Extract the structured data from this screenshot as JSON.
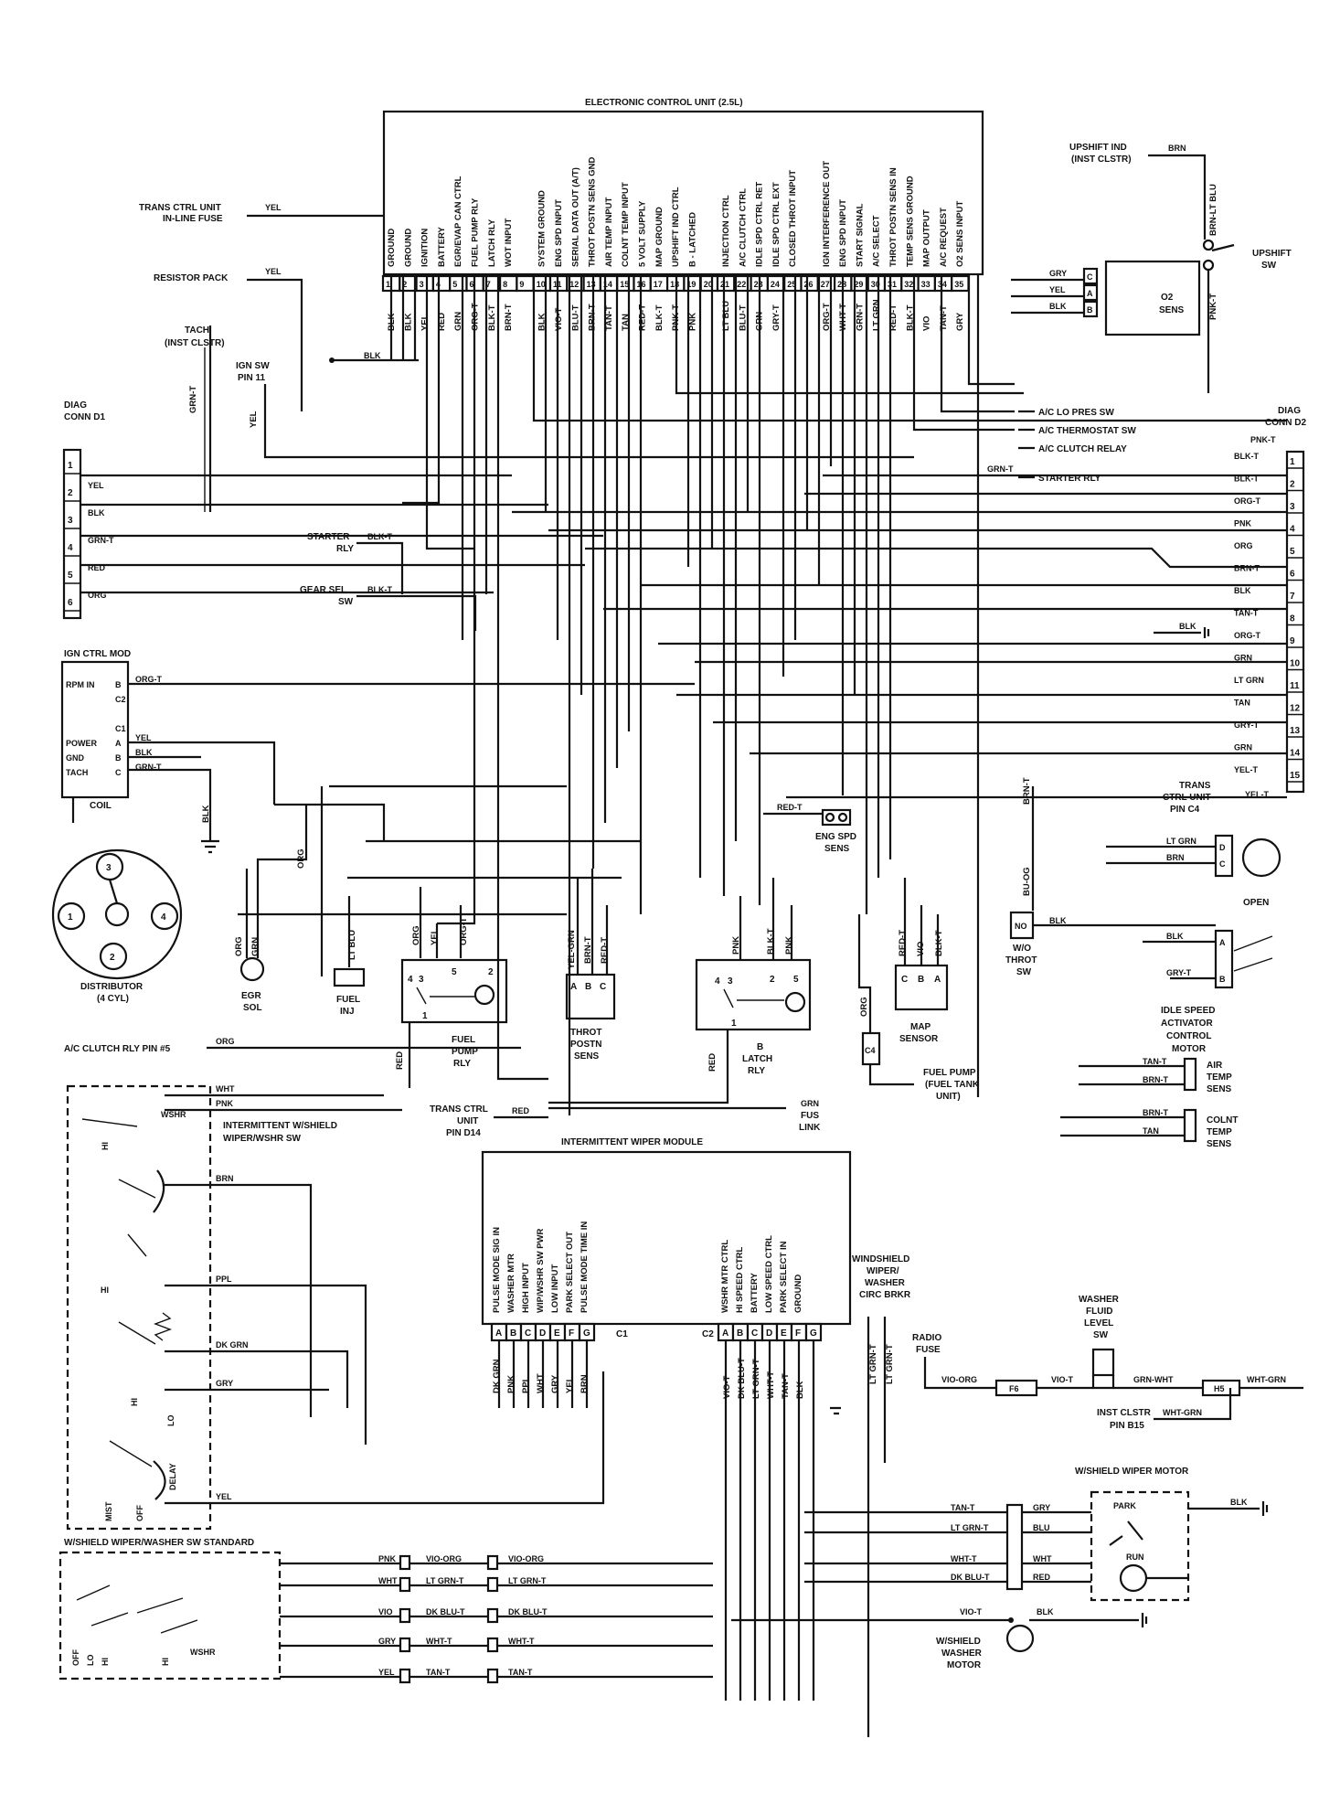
{
  "ecu": {
    "title": "ELECTRONIC CONTROL UNIT (2.5L)",
    "pins": [
      {
        "n": "1",
        "fn": "GROUND",
        "wire": "BLK"
      },
      {
        "n": "2",
        "fn": "GROUND",
        "wire": "BLK"
      },
      {
        "n": "3",
        "fn": "IGNITION",
        "wire": "YEL"
      },
      {
        "n": "4",
        "fn": "BATTERY",
        "wire": "RED"
      },
      {
        "n": "5",
        "fn": "EGR/EVAP CAN CTRL",
        "wire": "GRN"
      },
      {
        "n": "6",
        "fn": "FUEL PUMP RLY",
        "wire": "ORG-T"
      },
      {
        "n": "7",
        "fn": "LATCH RLY",
        "wire": "BLK-T"
      },
      {
        "n": "8",
        "fn": "WOT INPUT",
        "wire": "BRN-T"
      },
      {
        "n": "9",
        "fn": "",
        "wire": ""
      },
      {
        "n": "10",
        "fn": "SYSTEM GROUND",
        "wire": "BLK"
      },
      {
        "n": "11",
        "fn": "ENG SPD INPUT",
        "wire": "VIO-T"
      },
      {
        "n": "12",
        "fn": "SERIAL DATA OUT (A/T)",
        "wire": "BLU-T"
      },
      {
        "n": "13",
        "fn": "THROT POSTN SENS GND",
        "wire": "BRN-T"
      },
      {
        "n": "14",
        "fn": "AIR TEMP INPUT",
        "wire": "TAN-T"
      },
      {
        "n": "15",
        "fn": "COLNT TEMP INPUT",
        "wire": "TAN"
      },
      {
        "n": "16",
        "fn": "5 VOLT SUPPLY",
        "wire": "RED-T"
      },
      {
        "n": "17",
        "fn": "MAP GROUND",
        "wire": "BLK-T"
      },
      {
        "n": "18",
        "fn": "UPSHIFT IND CTRL",
        "wire": "PNK-T"
      },
      {
        "n": "19",
        "fn": "B - LATCHED",
        "wire": "PNK"
      },
      {
        "n": "20",
        "fn": "",
        "wire": ""
      },
      {
        "n": "21",
        "fn": "INJECTION CTRL",
        "wire": "LT BLU"
      },
      {
        "n": "22",
        "fn": "A/C CLUTCH CTRL",
        "wire": "BLU-T"
      },
      {
        "n": "23",
        "fn": "IDLE SPD CTRL RET",
        "wire": "GRN"
      },
      {
        "n": "24",
        "fn": "IDLE SPD CTRL EXT",
        "wire": "GRY-T"
      },
      {
        "n": "25",
        "fn": "CLOSED THROT INPUT",
        "wire": ""
      },
      {
        "n": "26",
        "fn": "",
        "wire": ""
      },
      {
        "n": "27",
        "fn": "IGN INTERFERENCE OUT",
        "wire": "ORG-T"
      },
      {
        "n": "28",
        "fn": "ENG SPD INPUT",
        "wire": "WHT-T"
      },
      {
        "n": "29",
        "fn": "START SIGNAL",
        "wire": "GRN-T"
      },
      {
        "n": "30",
        "fn": "A/C SELECT",
        "wire": "LT GRN"
      },
      {
        "n": "31",
        "fn": "THROT POSTN SENS IN",
        "wire": "RED-T"
      },
      {
        "n": "32",
        "fn": "TEMP SENS GROUND",
        "wire": "BLK-T"
      },
      {
        "n": "33",
        "fn": "MAP OUTPUT",
        "wire": "VIO"
      },
      {
        "n": "34",
        "fn": "A/C REQUEST",
        "wire": "TAN-T"
      },
      {
        "n": "35",
        "fn": "O2 SENS INPUT",
        "wire": "GRY"
      }
    ]
  },
  "left_labels": {
    "trans_ctrl": "TRANS CTRL UNIT",
    "inline_fuse": "IN-LINE FUSE",
    "trans_ctrl_wire": "YEL",
    "resistor_pack": "RESISTOR PACK",
    "resistor_wire": "YEL",
    "tach": "TACH",
    "tach_sub": "(INST CLSTR)",
    "ign_sw": "IGN SW",
    "ign_sw_pin": "PIN 11",
    "ign_sw_wire": "YEL",
    "blk_gnd": "BLK",
    "diag_d1": "DIAG",
    "diag_d1_sub": "CONN D1",
    "grn_t": "GRN-T",
    "starter_rly": "STARTER",
    "starter_rly_sub": "RLY",
    "starter_wire": "BLK-T",
    "gear_sel": "GEAR SEL",
    "gear_sel_sub": "SW",
    "gear_sel_wire": "BLK-T"
  },
  "diag_d1": [
    {
      "n": "1",
      "wire": ""
    },
    {
      "n": "2",
      "wire": "YEL"
    },
    {
      "n": "3",
      "wire": "BLK"
    },
    {
      "n": "4",
      "wire": "GRN-T"
    },
    {
      "n": "5",
      "wire": "RED"
    },
    {
      "n": "6",
      "wire": "ORG"
    }
  ],
  "ign_ctrl": {
    "title": "IGN CTRL MOD",
    "rows": [
      {
        "label": "RPM IN",
        "pin": "B",
        "wire": "ORG-T"
      },
      {
        "label": "",
        "pin": "C2",
        "wire": ""
      },
      {
        "label": "",
        "pin": "C1",
        "wire": ""
      },
      {
        "label": "POWER",
        "pin": "A",
        "wire": "YEL"
      },
      {
        "label": "GND",
        "pin": "B",
        "wire": "BLK"
      },
      {
        "label": "TACH",
        "pin": "C",
        "wire": "GRN-T"
      }
    ],
    "coil": "COIL",
    "blk": "BLK"
  },
  "distributor": {
    "label": "DISTRIBUTOR",
    "sub": "(4 CYL)",
    "n1": "1",
    "n2": "2",
    "n3": "3",
    "n4": "4"
  },
  "upshift": {
    "ind": "UPSHIFT IND",
    "ind_sub": "(INST CLSTR)",
    "brn": "BRN",
    "brn_lt_blu": "BRN-LT BLU",
    "pnk_t": "PNK-T",
    "sw": "UPSHIFT",
    "sw_sub": "SW"
  },
  "o2": {
    "label": "O2",
    "sub": "SENS",
    "rows": [
      {
        "wire": "GRY",
        "pin": "C"
      },
      {
        "wire": "YEL",
        "pin": "A"
      },
      {
        "wire": "BLK",
        "pin": "B"
      }
    ]
  },
  "right_refs": [
    "A/C LO PRES SW",
    "A/C THERMOSTAT SW",
    "A/C CLUTCH RELAY",
    "STARTER RLY"
  ],
  "right_ref_grn_t": "GRN-T",
  "diag_d2": {
    "title": "DIAG",
    "sub": "CONN D2",
    "pins": [
      {
        "n": "1",
        "wire": "BLK-T"
      },
      {
        "n": "2",
        "wire": "BLK-T"
      },
      {
        "n": "3",
        "wire": "ORG-T"
      },
      {
        "n": "4",
        "wire": "PNK"
      },
      {
        "n": "5",
        "wire": "ORG"
      },
      {
        "n": "6",
        "wire": "BRN-T"
      },
      {
        "n": "7",
        "wire": "BLK"
      },
      {
        "n": "8",
        "wire": "TAN-T"
      },
      {
        "n": "9",
        "wire": "ORG-T"
      },
      {
        "n": "10",
        "wire": "GRN"
      },
      {
        "n": "11",
        "wire": "LT GRN"
      },
      {
        "n": "12",
        "wire": "TAN"
      },
      {
        "n": "13",
        "wire": "GRY-T"
      },
      {
        "n": "14",
        "wire": "GRN"
      },
      {
        "n": "15",
        "wire": "YEL-T"
      }
    ],
    "pnk_t": "PNK-T",
    "blk_gnd": "BLK"
  },
  "trans_ctrl_c4": {
    "label": "TRANS",
    "l2": "CTRL UNIT",
    "l3": "PIN C4",
    "wire": "YEL-T"
  },
  "isa_motor": {
    "label": "IDLE SPEED",
    "l2": "ACTIVATOR",
    "l3": "CONTROL",
    "l4": "MOTOR",
    "rows": [
      {
        "wire": "LT GRN",
        "pin": "D"
      },
      {
        "wire": "BRN",
        "pin": "C"
      },
      {
        "wire": "BLK",
        "pin": "A"
      },
      {
        "wire": "GRY-T",
        "pin": "B"
      }
    ],
    "open": "OPEN"
  },
  "wot_sw": {
    "label": "W/O",
    "l2": "THROT",
    "l3": "SW",
    "brn_t": "BRN-T",
    "bu_og": "BU-OG",
    "no": "NO",
    "blk": "BLK"
  },
  "sensors": {
    "eng_spd": {
      "label": "ENG SPD",
      "sub": "SENS",
      "wire": "RED-T"
    },
    "egr": {
      "label": "EGR",
      "sub": "SOL",
      "w1": "ORG",
      "w2": "GRN",
      "w3": "ORG"
    },
    "fuel_inj": {
      "label": "FUEL",
      "sub": "INJ",
      "wire": "LT BLU"
    },
    "fuel_pump_rly": {
      "label": "FUEL",
      "l2": "PUMP",
      "l3": "RLY",
      "w1": "ORG",
      "w2": "YEL",
      "w3": "ORG-T",
      "p1": "4",
      "p2": "5",
      "p3": "2",
      "p4": "3",
      "p5": "1",
      "red": "RED"
    },
    "throt_postn": {
      "label": "THROT",
      "l2": "POSTN",
      "l3": "SENS",
      "w1": "YEL-GRN",
      "w2": "BRN-T",
      "w3": "RED-T",
      "p1": "A",
      "p2": "B",
      "p3": "C"
    },
    "b_latch": {
      "label": "B",
      "l2": "LATCH",
      "l3": "RLY",
      "w1": "PNK",
      "w2": "BLK-T",
      "w3": "PNK",
      "p1": "4",
      "p2": "2",
      "p3": "5",
      "p4": "3",
      "p5": "1",
      "red": "RED"
    },
    "map": {
      "label": "MAP",
      "sub": "SENSOR",
      "w1": "RED-T",
      "w2": "VIO",
      "w3": "BLK-T",
      "p1": "C",
      "p2": "B",
      "p3": "A"
    },
    "fuel_pump": {
      "label": "FUEL PUMP",
      "l2": "(FUEL TANK",
      "l3": "UNIT)",
      "c4": "C4",
      "org": "ORG"
    },
    "air_temp": {
      "label": "AIR",
      "l2": "TEMP",
      "l3": "SENS",
      "w1": "TAN-T",
      "w2": "BRN-T"
    },
    "colnt_temp": {
      "label": "COLNT",
      "l2": "TEMP",
      "l3": "SENS",
      "w1": "BRN-T",
      "w2": "TAN"
    }
  },
  "ac_clutch": {
    "label": "A/C CLUTCH RLY PIN #5",
    "wire": "ORG"
  },
  "mid_labels": {
    "trans_ctrl_d14": "TRANS CTRL",
    "trans_ctrl_d14_l2": "UNIT",
    "trans_ctrl_d14_l3": "PIN D14",
    "red": "RED",
    "grn_fus": "GRN",
    "fus_link": "FUS",
    "fus_link2": "LINK"
  },
  "intermittent_sw": {
    "title": "INTERMITTENT W/SHIELD",
    "l2": "WIPER/WSHR SW",
    "wires": [
      "WHT",
      "PNK",
      "BRN",
      "PPL",
      "DK GRN",
      "GRY",
      "YEL"
    ],
    "wshr": "WSHR",
    "hi": "HI",
    "hi2": "HI",
    "hi3": "HI",
    "lo": "LO",
    "delay": "DELAY",
    "mist": "MIST",
    "off": "OFF"
  },
  "wiper_module": {
    "title": "INTERMITTENT WIPER MODULE",
    "c1_fns": [
      "PULSE MODE SIG IN",
      "WASHER MTR",
      "HIGH INPUT",
      "WIP/WSHR SW PWR",
      "LOW INPUT",
      "PARK SELECT OUT",
      "PULSE MODE TIME IN"
    ],
    "c1_pins": [
      "A",
      "B",
      "C",
      "D",
      "E",
      "F",
      "G"
    ],
    "c1_name": "C1",
    "c1_wires": [
      "DK GRN",
      "PNK",
      "PPL",
      "WHT",
      "GRY",
      "YEL",
      "BRN"
    ],
    "c2_fns": [
      "WSHR MTR CTRL",
      "HI SPEED CTRL",
      "BATTERY",
      "LOW SPEED CTRL",
      "PARK SELECT IN",
      "GROUND"
    ],
    "c2_pins": [
      "A",
      "B",
      "C",
      "D",
      "E",
      "F",
      "G"
    ],
    "c2_name": "C2",
    "c2_wires": [
      "VIO-T",
      "DK BLU-T",
      "LT GRN-T",
      "WHT-T",
      "TAN-T",
      "BLK"
    ],
    "lt_grn_t": "LT GRN-T",
    "lt_grn_t2": "LT GRN-T"
  },
  "circ_bkr": {
    "label": "WINDSHIELD",
    "l2": "WIPER/",
    "l3": "WASHER",
    "l4": "CIRC BRKR"
  },
  "radio_fuse": {
    "label": "RADIO",
    "l2": "FUSE",
    "wire": "VIO-ORG",
    "f6": "F6",
    "vio_t": "VIO-T"
  },
  "washer_fluid": {
    "label": "WASHER",
    "l2": "FLUID",
    "l3": "LEVEL",
    "l4": "SW",
    "w1": "GRN-WHT",
    "h5": "H5",
    "w2": "WHT-GRN"
  },
  "inst_clstr_b15": {
    "label": "INST CLSTR",
    "l2": "PIN B15",
    "wire": "WHT-GRN"
  },
  "wiper_motor": {
    "title": "W/SHIELD WIPER MOTOR",
    "in_wires": [
      "TAN-T",
      "LT GRN-T",
      "WHT-T",
      "DK BLU-T"
    ],
    "out_wires": [
      "GRY",
      "BLU",
      "WHT",
      "RED"
    ],
    "park": "PARK",
    "run": "RUN",
    "blk": "BLK"
  },
  "washer_motor": {
    "label": "W/SHIELD",
    "l2": "WASHER",
    "l3": "MOTOR",
    "vio_t": "VIO-T",
    "blk": "BLK"
  },
  "std_sw": {
    "title": "W/SHIELD WIPER/WASHER SW STANDARD",
    "left": [
      "PNK",
      "WHT",
      "VIO",
      "GRY",
      "YEL"
    ],
    "mid": [
      "VIO-ORG",
      "LT GRN-T",
      "DK BLU-T",
      "WHT-T",
      "TAN-T"
    ],
    "right": [
      "VIO-ORG",
      "LT GRN-T",
      "DK BLU-T",
      "WHT-T",
      "TAN-T"
    ],
    "off": "OFF",
    "lo": "LO",
    "hi": "HI",
    "hi2": "HI",
    "wshr": "WSHR"
  }
}
